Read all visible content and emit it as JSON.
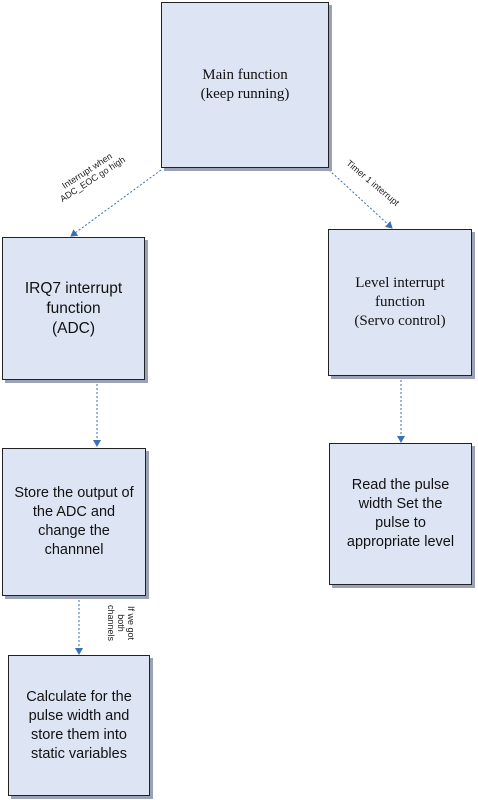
{
  "nodes": {
    "main": {
      "lines": [
        "Main function",
        "(keep running)"
      ]
    },
    "irq7": {
      "lines": [
        "IRQ7 interrupt",
        "function",
        "(ADC)"
      ]
    },
    "level": {
      "lines": [
        "Level interrupt",
        "function",
        "(Servo control)"
      ]
    },
    "store": {
      "lines": [
        "Store the output of",
        "the ADC and",
        "change the",
        "channnel"
      ]
    },
    "read": {
      "lines": [
        "Read the pulse",
        "width Set the",
        "pulse to",
        "appropriate level"
      ]
    },
    "calc": {
      "lines": [
        "Calculate for the",
        "pulse width and",
        "store them into",
        "static variables"
      ]
    }
  },
  "edges": {
    "main_to_irq7": {
      "lines": [
        "Interrupt when",
        "ADC_EOC go high"
      ]
    },
    "main_to_level": {
      "lines": [
        "Timer 1 interrupt"
      ]
    },
    "store_to_calc": {
      "lines": [
        "If we got",
        "both",
        "channels"
      ]
    }
  },
  "colors": {
    "box_fill": "#dde5f4",
    "edge": "#3b6fb6",
    "border": "#222222"
  }
}
